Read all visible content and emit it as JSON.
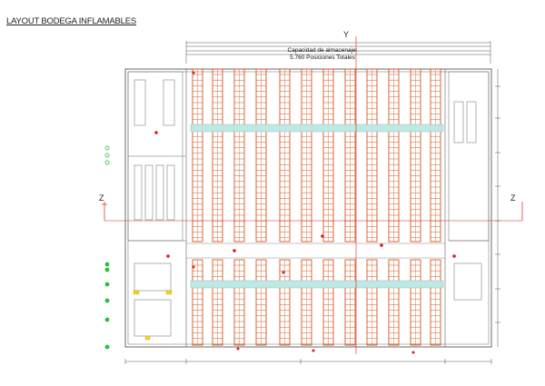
{
  "title": "LAYOUT BODEGA INFLAMABLES",
  "capacity": {
    "line1": "Capacidad de almacenaje:",
    "line2": "5.760 Posiciones Totales"
  },
  "axes": {
    "y_label": "Y",
    "z_left": "Z",
    "z_right": "Z"
  },
  "colors": {
    "rack": "#d9541e",
    "aisle_fill": "#bfe7e3",
    "line": "#444444",
    "red_line": "#e01b1b",
    "green_marker": "#2bbf3a",
    "yellow_marker": "#f2d21c",
    "cyan_marker": "#2fb7d4"
  }
}
